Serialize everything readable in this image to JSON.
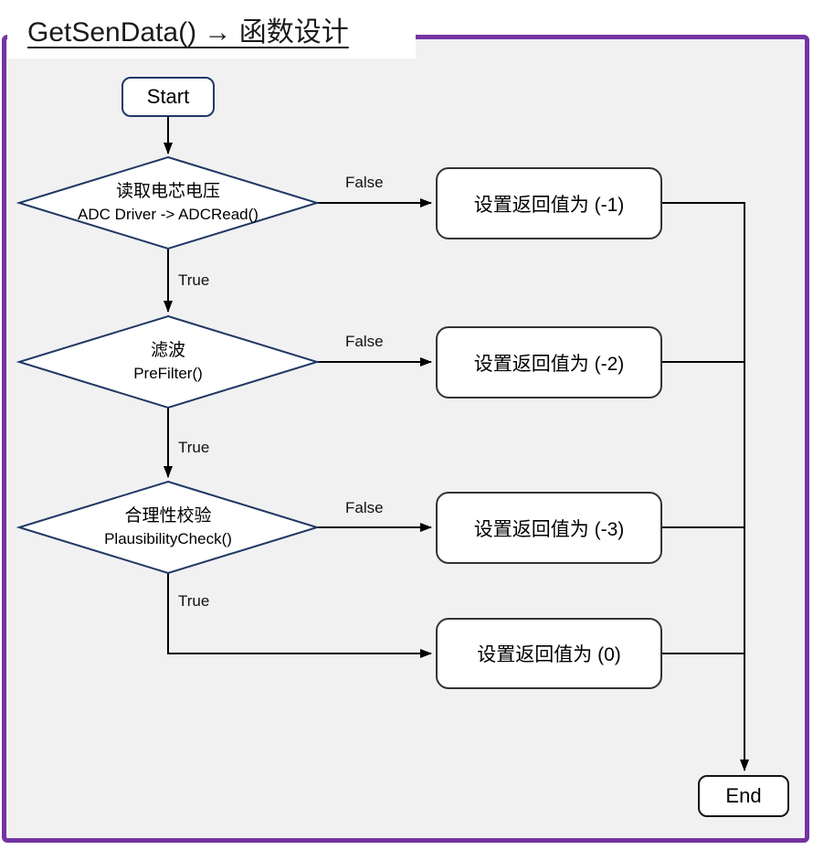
{
  "title": "GetSenData() → 函数设计",
  "colors": {
    "frame_purple": "#7434A4",
    "canvas_gray": "#F1F1F2",
    "shape_navy": "#1F3864",
    "shape_dark": "#333333",
    "line_black": "#000000"
  },
  "nodes": {
    "start": "Start",
    "end": "End",
    "decision1": {
      "title": "读取电芯电压",
      "code": "ADC Driver -> ADCRead()"
    },
    "decision2": {
      "title": "滤波",
      "code": "PreFilter()"
    },
    "decision3": {
      "title": "合理性校验",
      "code": "PlausibilityCheck()"
    },
    "result1": "设置返回值为 (-1)",
    "result2": "设置返回值为 (-2)",
    "result3": "设置返回值为 (-3)",
    "result4": "设置返回值为 (0)"
  },
  "labels": {
    "true": "True",
    "false": "False"
  }
}
